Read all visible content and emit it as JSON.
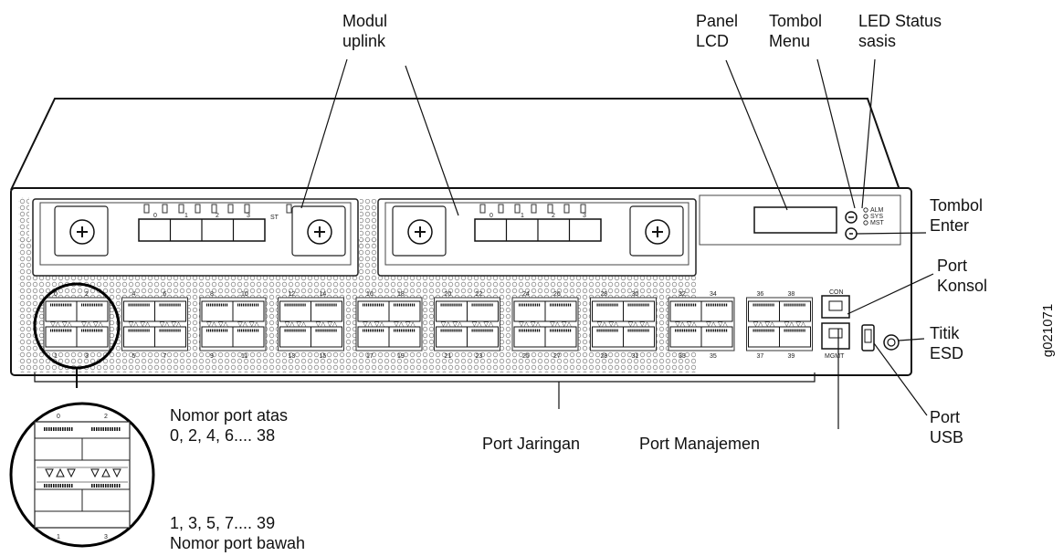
{
  "labels": {
    "uplink_module": {
      "line1": "Modul",
      "line2": "uplink"
    },
    "lcd_panel": {
      "line1": "Panel",
      "line2": "LCD"
    },
    "menu_button": {
      "line1": "Tombol",
      "line2": "Menu"
    },
    "chassis_status_led": {
      "line1": "LED Status",
      "line2": "sasis"
    },
    "enter_button": {
      "line1": "Tombol",
      "line2": "Enter"
    },
    "console_port": {
      "line1": "Port",
      "line2": "Konsol"
    },
    "esd_point": {
      "line1": "Titik",
      "line2": "ESD"
    },
    "usb_port": {
      "line1": "Port",
      "line2": "USB"
    },
    "network_ports": "Port Jaringan",
    "management_port": "Port Manajemen",
    "top_port_numbers": {
      "line1": "Nomor port atas",
      "line2": "0, 2, 4, 6.... 38"
    },
    "bottom_port_numbers": {
      "line1": "1, 3, 5, 7.... 39",
      "line2": "Nomor port bawah"
    },
    "figure_code": "g021071"
  },
  "device": {
    "uplink_port_numbers": [
      "0",
      "1",
      "2",
      "3"
    ],
    "uplink_st_label": "ST",
    "leds": [
      "ALM",
      "SYS",
      "MST"
    ],
    "con_label": "CON",
    "mgmt_label": "MGMT",
    "port_groups": [
      {
        "top": [
          "0",
          "2"
        ],
        "bottom": [
          "1",
          "3"
        ]
      },
      {
        "top": [
          "4",
          "6"
        ],
        "bottom": [
          "5",
          "7"
        ]
      },
      {
        "top": [
          "8",
          "10"
        ],
        "bottom": [
          "9",
          "11"
        ]
      },
      {
        "top": [
          "12",
          "14"
        ],
        "bottom": [
          "13",
          "15"
        ]
      },
      {
        "top": [
          "16",
          "18"
        ],
        "bottom": [
          "17",
          "19"
        ]
      },
      {
        "top": [
          "20",
          "22"
        ],
        "bottom": [
          "21",
          "23"
        ]
      },
      {
        "top": [
          "24",
          "26"
        ],
        "bottom": [
          "25",
          "27"
        ]
      },
      {
        "top": [
          "28",
          "30"
        ],
        "bottom": [
          "29",
          "31"
        ]
      },
      {
        "top": [
          "32",
          "34"
        ],
        "bottom": [
          "33",
          "35"
        ]
      },
      {
        "top": [
          "36",
          "38"
        ],
        "bottom": [
          "37",
          "39"
        ]
      }
    ],
    "zoom_top": [
      "0",
      "2"
    ],
    "zoom_bottom": [
      "1",
      "3"
    ]
  }
}
